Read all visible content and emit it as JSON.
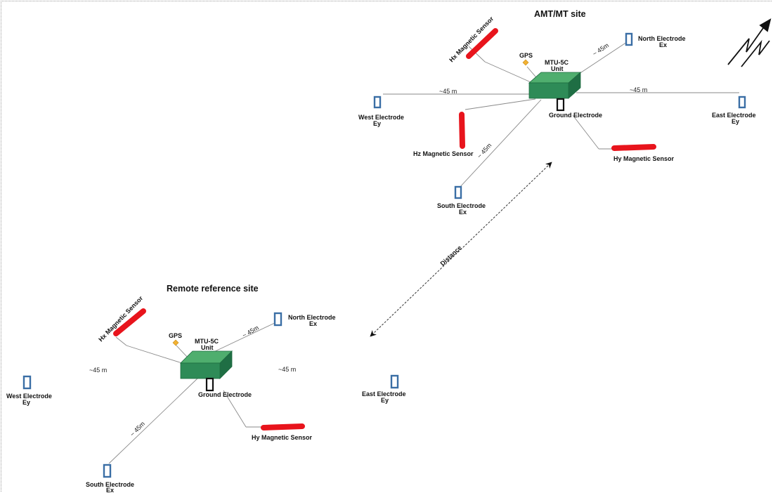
{
  "sites": {
    "amt": {
      "title": "AMT/MT site",
      "unit_line1": "MTU-5C",
      "unit_line2": "Unit",
      "gps": "GPS",
      "ground": "Ground Electrode",
      "hx": "Hx Magnetic Sensor",
      "hy": "Hy Magnetic Sensor",
      "hz": "Hz Magnetic Sensor",
      "north_1": "North Electrode",
      "north_2": "Ex",
      "south_1": "South Electrode",
      "south_2": "Ex",
      "west_1": "West Electrode",
      "west_2": "Ey",
      "east_1": "East Electrode",
      "east_2": "Ey",
      "dist_west": "~45 m",
      "dist_east": "~45 m",
      "dist_north": "~ 45m",
      "dist_south": "~ 45m"
    },
    "remote": {
      "title": "Remote reference site",
      "unit_line1": "MTU-5C",
      "unit_line2": "Unit",
      "gps": "GPS",
      "ground": "Ground Electrode",
      "hx": "Hx Magnetic Sensor",
      "hy": "Hy Magnetic Sensor",
      "north_1": "North Electrode",
      "north_2": "Ex",
      "south_1": "South Electrode",
      "south_2": "Ex",
      "west_1": "West Electrode",
      "west_2": "Ey",
      "east_1": "East Electrode",
      "east_2": "Ey",
      "dist_west": "~45 m",
      "dist_east": "~45 m",
      "dist_north": "~ 45m",
      "dist_south": "~ 45m"
    }
  },
  "link": {
    "distance": "Distance"
  },
  "colors": {
    "unit": "#2e8b57",
    "sensor": "#e8141c",
    "electrode": "#3a6ea5",
    "gps": "#f2b233"
  },
  "icons": {
    "north_arrow": "north-arrow-icon"
  }
}
